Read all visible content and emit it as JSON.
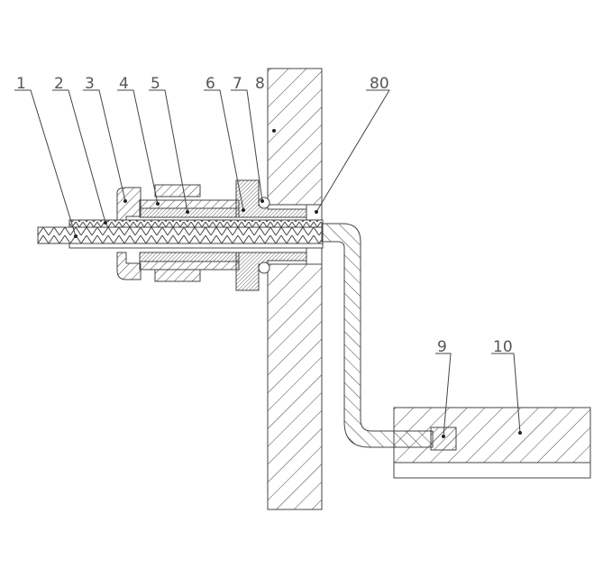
{
  "figure": {
    "labels": {
      "p1": "1",
      "p2": "2",
      "p3": "3",
      "p4": "4",
      "p5": "5",
      "p6": "6",
      "p7": "7",
      "p8": "8",
      "p80": "80",
      "p9": "9",
      "p10": "10"
    }
  }
}
